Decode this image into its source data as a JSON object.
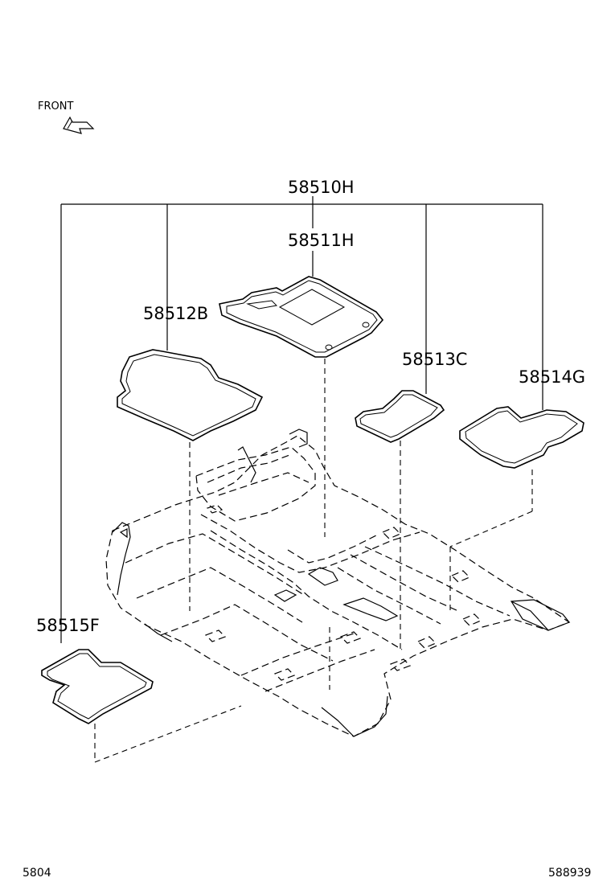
{
  "diagram": {
    "front_label": "FRONT",
    "parts": {
      "p58510H": "58510H",
      "p58511H": "58511H",
      "p58512B": "58512B",
      "p58513C": "58513C",
      "p58514G": "58514G",
      "p58515F": "58515F"
    },
    "footer": {
      "left_code": "5804",
      "right_code": "588939"
    }
  }
}
